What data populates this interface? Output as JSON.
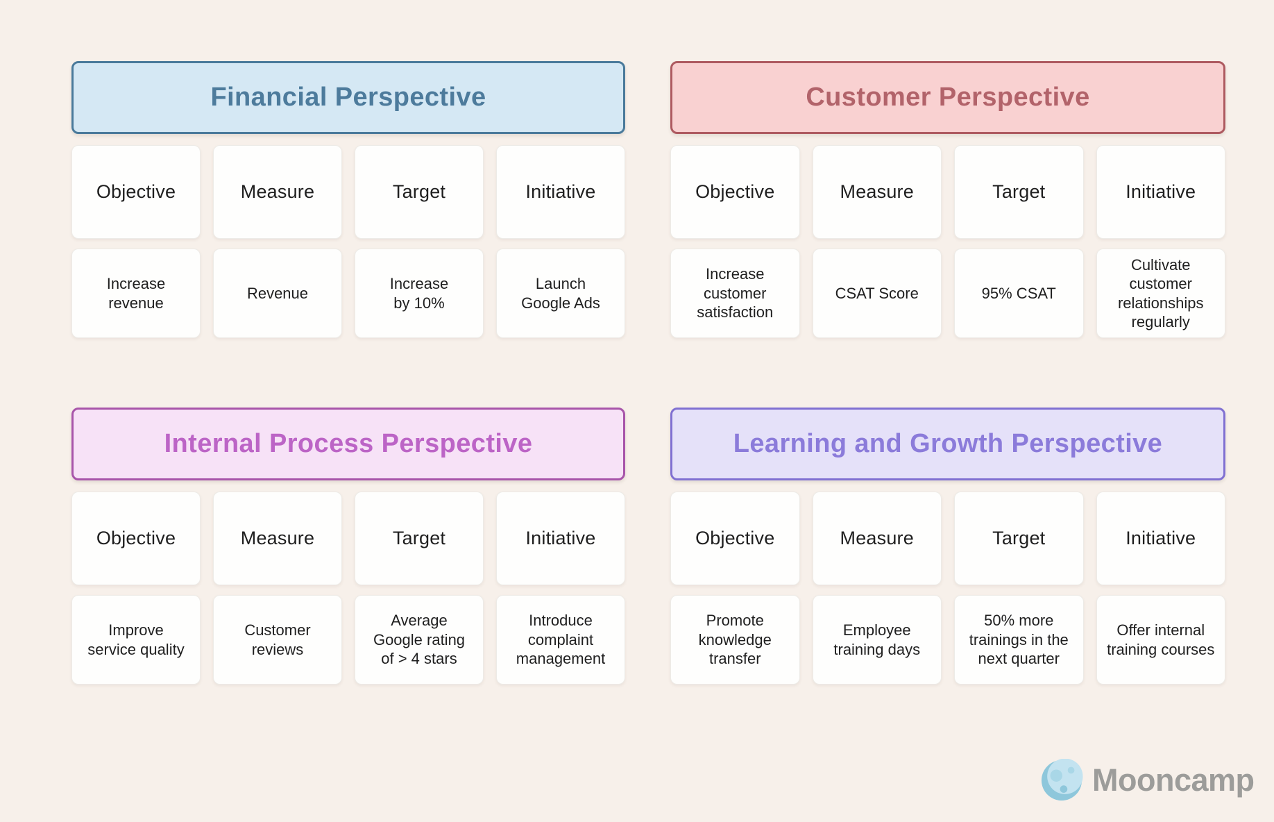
{
  "page": {
    "background_color": "#f7f0ea"
  },
  "column_headers": [
    "Objective",
    "Measure",
    "Target",
    "Initiative"
  ],
  "quadrants": [
    {
      "id": "financial",
      "title": "Financial Perspective",
      "theme": {
        "fill": "#d5e8f4",
        "border": "#4a7a9b",
        "text": "#4d7b9c"
      },
      "values": [
        "Increase\nrevenue",
        "Revenue",
        "Increase\nby 10%",
        "Launch\nGoogle Ads"
      ]
    },
    {
      "id": "customer",
      "title": "Customer Perspective",
      "theme": {
        "fill": "#f9d1d1",
        "border": "#ae5a60",
        "text": "#b2636a"
      },
      "values": [
        "Increase\ncustomer\nsatisfaction",
        "CSAT Score",
        "95% CSAT",
        "Cultivate\ncustomer\nrelationships\nregularly"
      ]
    },
    {
      "id": "internal-process",
      "title": "Internal Process Perspective",
      "theme": {
        "fill": "#f7e2f7",
        "border": "#a855aa",
        "text": "#bc64c6"
      },
      "values": [
        "Improve\nservice quality",
        "Customer\nreviews",
        "Average\nGoogle rating\nof > 4 stars",
        "Introduce\ncomplaint\nmanagement"
      ]
    },
    {
      "id": "learning-growth",
      "title": "Learning and Growth Perspective",
      "theme": {
        "fill": "#e5e1f9",
        "border": "#8070d2",
        "text": "#8b7bda"
      },
      "values": [
        "Promote\nknowledge\ntransfer",
        "Employee\ntraining days",
        "50% more\ntrainings in the\nnext quarter",
        "Offer internal\ntraining courses"
      ]
    }
  ],
  "brand": {
    "name": "Mooncamp",
    "icon": "moon-icon",
    "text_color": "#9c9c9a",
    "moon_colors": {
      "base": "#c3e3f0",
      "shade": "#8ec7db",
      "crater": "#a9d7e7"
    }
  }
}
